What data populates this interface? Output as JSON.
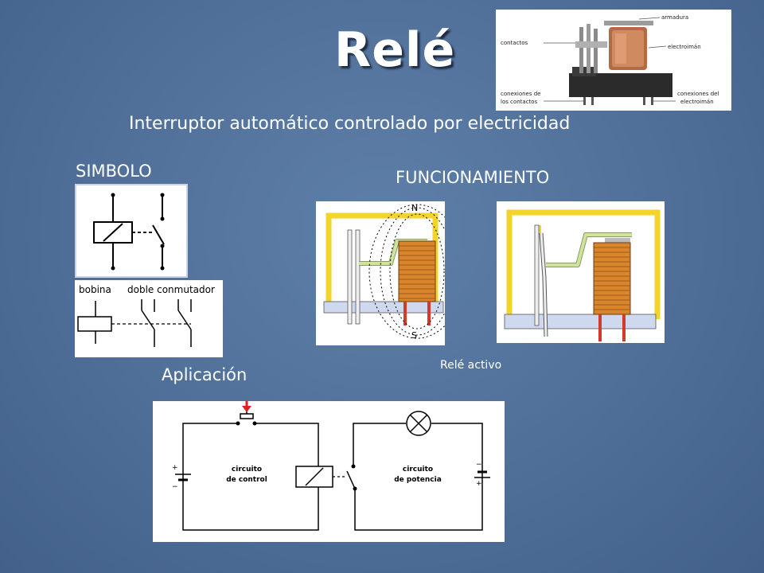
{
  "slide": {
    "title": "Relé",
    "subtitle": "Interruptor automático controlado por electricidad",
    "symbol_heading": "SIMBOLO",
    "function_heading": "FUNCIONAMIENTO",
    "application_heading": "Aplicación",
    "active_caption": "Relé activo"
  },
  "photo": {
    "labels": {
      "armadura": "armadura",
      "contactos": "contactos",
      "electroiman": "electroimán",
      "conexiones_contactos_1": "conexiones de",
      "conexiones_contactos_2": "los contactos",
      "conexiones_electroiman_1": "conexiones del",
      "conexiones_electroiman_2": "electroimán"
    }
  },
  "symbol_detail": {
    "bobina": "bobina",
    "doble_conmutador": "doble conmutador"
  },
  "diagram": {
    "north": "N",
    "south": "S"
  },
  "circuit": {
    "control_1": "circuito",
    "control_2": "de control",
    "power_1": "circuito",
    "power_2": "de potencia",
    "plus": "+",
    "minus": "−"
  }
}
